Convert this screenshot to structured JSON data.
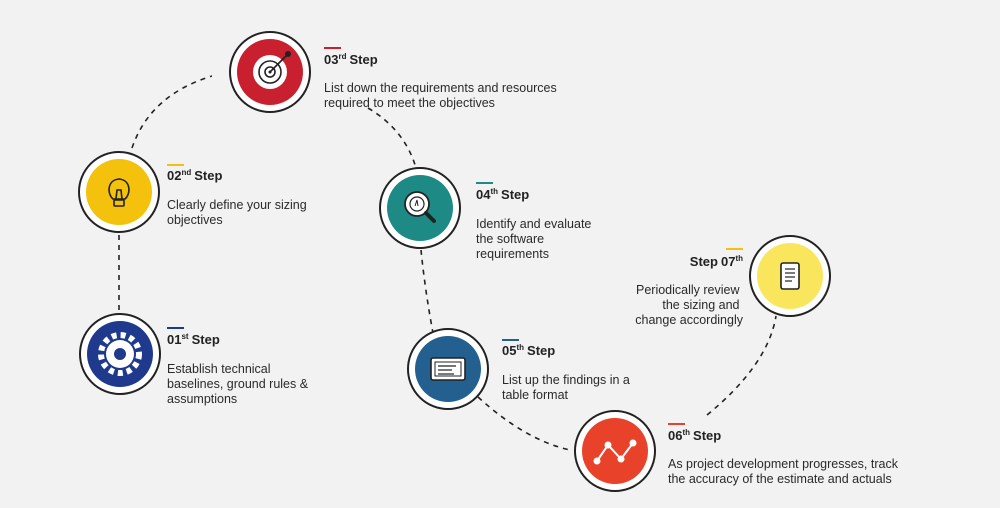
{
  "steps": [
    {
      "num": "01",
      "sup": "st",
      "word": "Step",
      "lines": [
        "Establish technical",
        "baselines, ground rules &",
        "assumptions"
      ],
      "color": "#1f3a8c",
      "accent": "#1f3a8c",
      "icon": "gear-icon",
      "align": "left"
    },
    {
      "num": "02",
      "sup": "nd",
      "word": "Step",
      "lines": [
        "Clearly define your sizing",
        "objectives"
      ],
      "color": "#f4c20d",
      "accent": "#f4c20d",
      "icon": "lightbulb-icon",
      "align": "left"
    },
    {
      "num": "03",
      "sup": "rd",
      "word": "Step",
      "lines": [
        "List down the requirements and resources",
        "required to meet the objectives"
      ],
      "color": "#c8202f",
      "accent": "#c8202f",
      "icon": "target-icon",
      "align": "left"
    },
    {
      "num": "04",
      "sup": "th",
      "word": "Step",
      "lines": [
        "Identify and evaluate",
        "the software",
        "requirements"
      ],
      "color": "#1e8a86",
      "accent": "#1e8a86",
      "icon": "magnifier-icon",
      "align": "left"
    },
    {
      "num": "05",
      "sup": "th",
      "word": "Step",
      "lines": [
        "List up the findings in a",
        "table format"
      ],
      "color": "#24608f",
      "accent": "#24608f",
      "icon": "table-window-icon",
      "align": "left"
    },
    {
      "num": "06",
      "sup": "th",
      "word": "Step",
      "lines": [
        "As project development progresses, track",
        "the accuracy of the estimate and actuals"
      ],
      "color": "#e8432a",
      "accent": "#e8432a",
      "icon": "line-chart-icon",
      "align": "left"
    },
    {
      "num": "07",
      "sup": "th",
      "word": "Step",
      "lines": [
        "Periodically review",
        "the sizing and",
        "change accordingly"
      ],
      "color": "#f9e65c",
      "accent": "#f4c20d",
      "icon": "document-icon",
      "align": "right"
    }
  ]
}
